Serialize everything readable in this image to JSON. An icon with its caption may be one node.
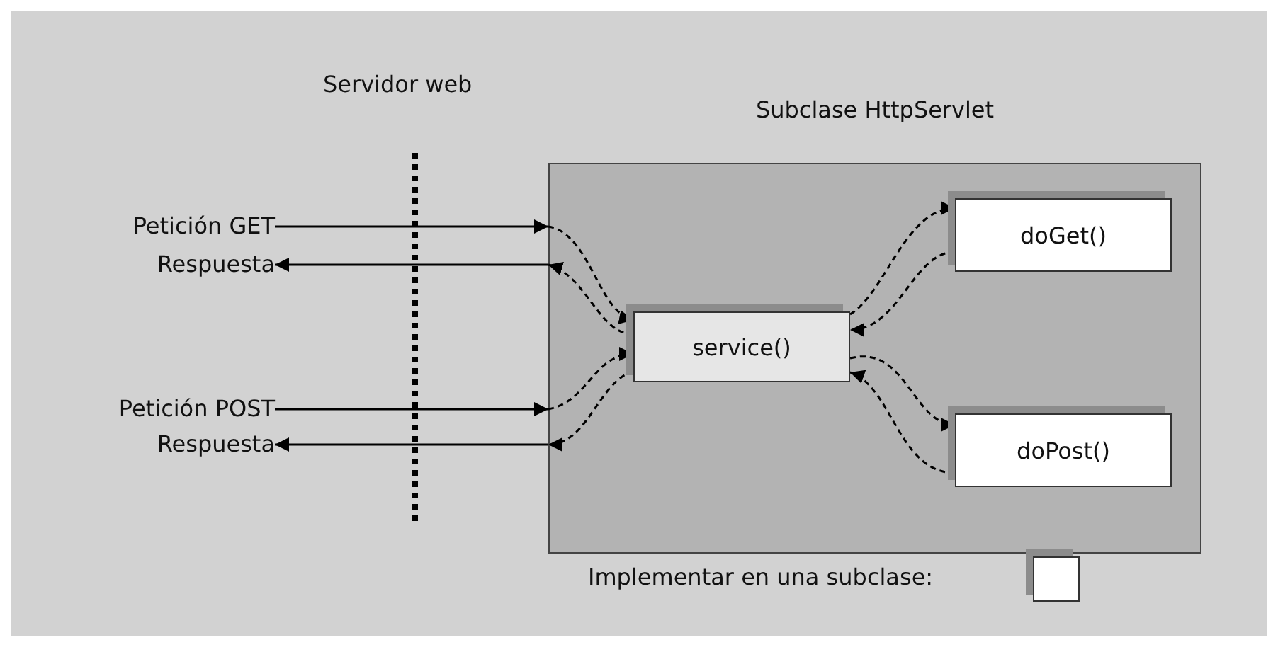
{
  "diagram": {
    "nodes": [
      {
        "text": [
          "Subclase HttpServlet"
        ]
      },
      {
        "text": [
          "service()"
        ],
        "in": 0
      },
      {
        "text": [
          "doGet()"
        ],
        "in": 0
      },
      {
        "text": [
          "doPost()"
        ],
        "in": 0
      },
      {
        "text": [
          "Petición GET"
        ]
      },
      {
        "text": [
          "Respuesta"
        ]
      },
      {
        "text": [
          "Petición POST"
        ]
      },
      {
        "text": [
          "Respuesta"
        ]
      }
    ],
    "edges": [
      {
        "from": 4,
        "to": 0,
        "arrow": "to"
      },
      {
        "from": 0,
        "to": 5,
        "arrow": "to"
      },
      {
        "from": 0,
        "to": 1,
        "arrow": "to",
        "style": "dashed"
      },
      {
        "from": 1,
        "to": 0,
        "arrow": "to",
        "style": "dashed"
      },
      {
        "from": 6,
        "to": 0,
        "arrow": "to"
      },
      {
        "from": 0,
        "to": 7,
        "arrow": "to"
      },
      {
        "from": 0,
        "to": 1,
        "arrow": "to",
        "style": "dashed"
      },
      {
        "from": 1,
        "to": 0,
        "arrow": "to",
        "style": "dashed"
      },
      {
        "from": 1,
        "to": 2,
        "arrow": "to",
        "style": "dashed"
      },
      {
        "from": 2,
        "to": 1,
        "arrow": "to",
        "style": "dashed"
      },
      {
        "from": 1,
        "to": 3,
        "arrow": "to",
        "style": "dashed"
      },
      {
        "from": 3,
        "to": 1,
        "arrow": "to",
        "style": "dashed"
      }
    ],
    "labels": [
      "Servidor web"
    ],
    "legend": [
      {
        "text": "Implementar en una subclase:"
      }
    ]
  }
}
